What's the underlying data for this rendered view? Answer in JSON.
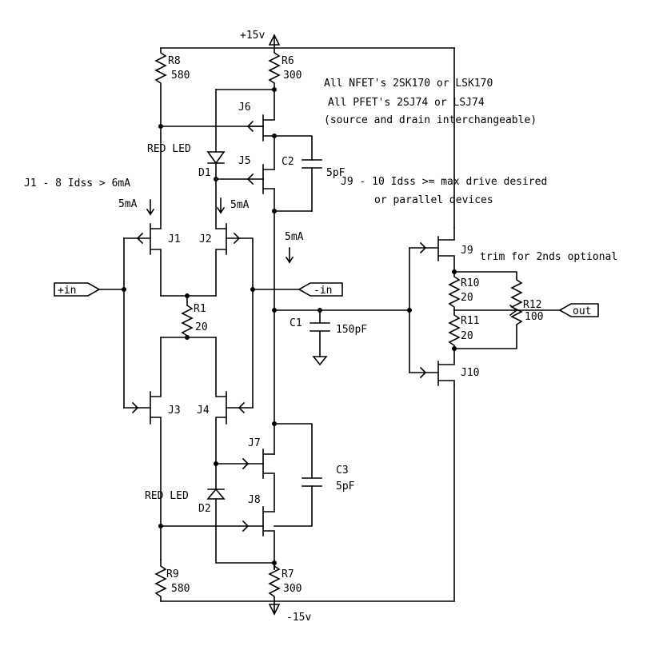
{
  "supply": {
    "positive": "+15v",
    "negative": "-15v"
  },
  "notes": {
    "nfets": "All NFET's 2SK170 or LSK170",
    "pfets": "All PFET's 2SJ74 or LSJ74",
    "interchange": "(source and drain interchangeable)",
    "j1_8": "J1 - 8 Idss > 6mA",
    "j9_10_line1": "J9 - 10 Idss >= max drive desired",
    "j9_10_line2": "or parallel devices",
    "trim": "trim for 2nds optional"
  },
  "ports": {
    "in_plus": "+in",
    "in_minus": "-in",
    "out": "out"
  },
  "currents": {
    "i_j1": "5mA",
    "i_j2": "5mA",
    "i_c": "5mA"
  },
  "leds": {
    "d1_label": "RED LED",
    "d2_label": "RED LED"
  },
  "components": {
    "R1": {
      "ref": "R1",
      "value": "20"
    },
    "R6": {
      "ref": "R6",
      "value": "300"
    },
    "R7": {
      "ref": "R7",
      "value": "300"
    },
    "R8": {
      "ref": "R8",
      "value": "580"
    },
    "R9": {
      "ref": "R9",
      "value": "580"
    },
    "R10": {
      "ref": "R10",
      "value": "20"
    },
    "R11": {
      "ref": "R11",
      "value": "20"
    },
    "R12": {
      "ref": "R12",
      "value": "100"
    },
    "C1": {
      "ref": "C1",
      "value": "150pF"
    },
    "C2": {
      "ref": "C2",
      "value": "5pF"
    },
    "C3": {
      "ref": "C3",
      "value": "5pF"
    },
    "D1": {
      "ref": "D1"
    },
    "D2": {
      "ref": "D2"
    },
    "J1": {
      "ref": "J1"
    },
    "J2": {
      "ref": "J2"
    },
    "J3": {
      "ref": "J3"
    },
    "J4": {
      "ref": "J4"
    },
    "J5": {
      "ref": "J5"
    },
    "J6": {
      "ref": "J6"
    },
    "J7": {
      "ref": "J7"
    },
    "J8": {
      "ref": "J8"
    },
    "J9": {
      "ref": "J9"
    },
    "J10": {
      "ref": "J10"
    }
  }
}
